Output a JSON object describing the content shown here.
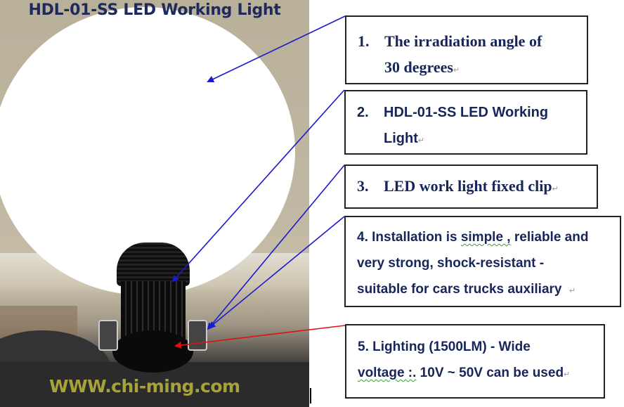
{
  "photo": {
    "title": "HDL-01-SS LED Working Light",
    "watermark": "WWW.chi-ming.com"
  },
  "callouts": [
    {
      "number": "1.",
      "lines": [
        "The irradiation angle of",
        "30 degrees"
      ],
      "arrow_color": "#1a1ad0"
    },
    {
      "number": "2.",
      "lines": [
        "HDL-01-SS LED Working",
        "Light"
      ],
      "arrow_color": "#1a1ad0"
    },
    {
      "number": "3.",
      "lines": [
        "LED work light fixed clip"
      ],
      "arrow_color": "#1a1ad0"
    },
    {
      "lines": [
        "4. Installation is ",
        "simple ,",
        " reliable and",
        "very strong, shock-resistant -",
        "suitable for cars trucks auxiliary"
      ],
      "arrow_color": "#1a1ad0"
    },
    {
      "lines": [
        "5. Lighting (1500LM) - Wide",
        "voltage :.",
        " 10V ~ 50V can be used"
      ],
      "arrow_color": "#e01010"
    }
  ],
  "marks": {
    "paragraph": "↵"
  },
  "colors": {
    "text": "#17255a",
    "arrow_blue": "#1a1ad0",
    "arrow_red": "#e01010",
    "title": "#1f2a5c",
    "watermark": "#a8a23a"
  }
}
